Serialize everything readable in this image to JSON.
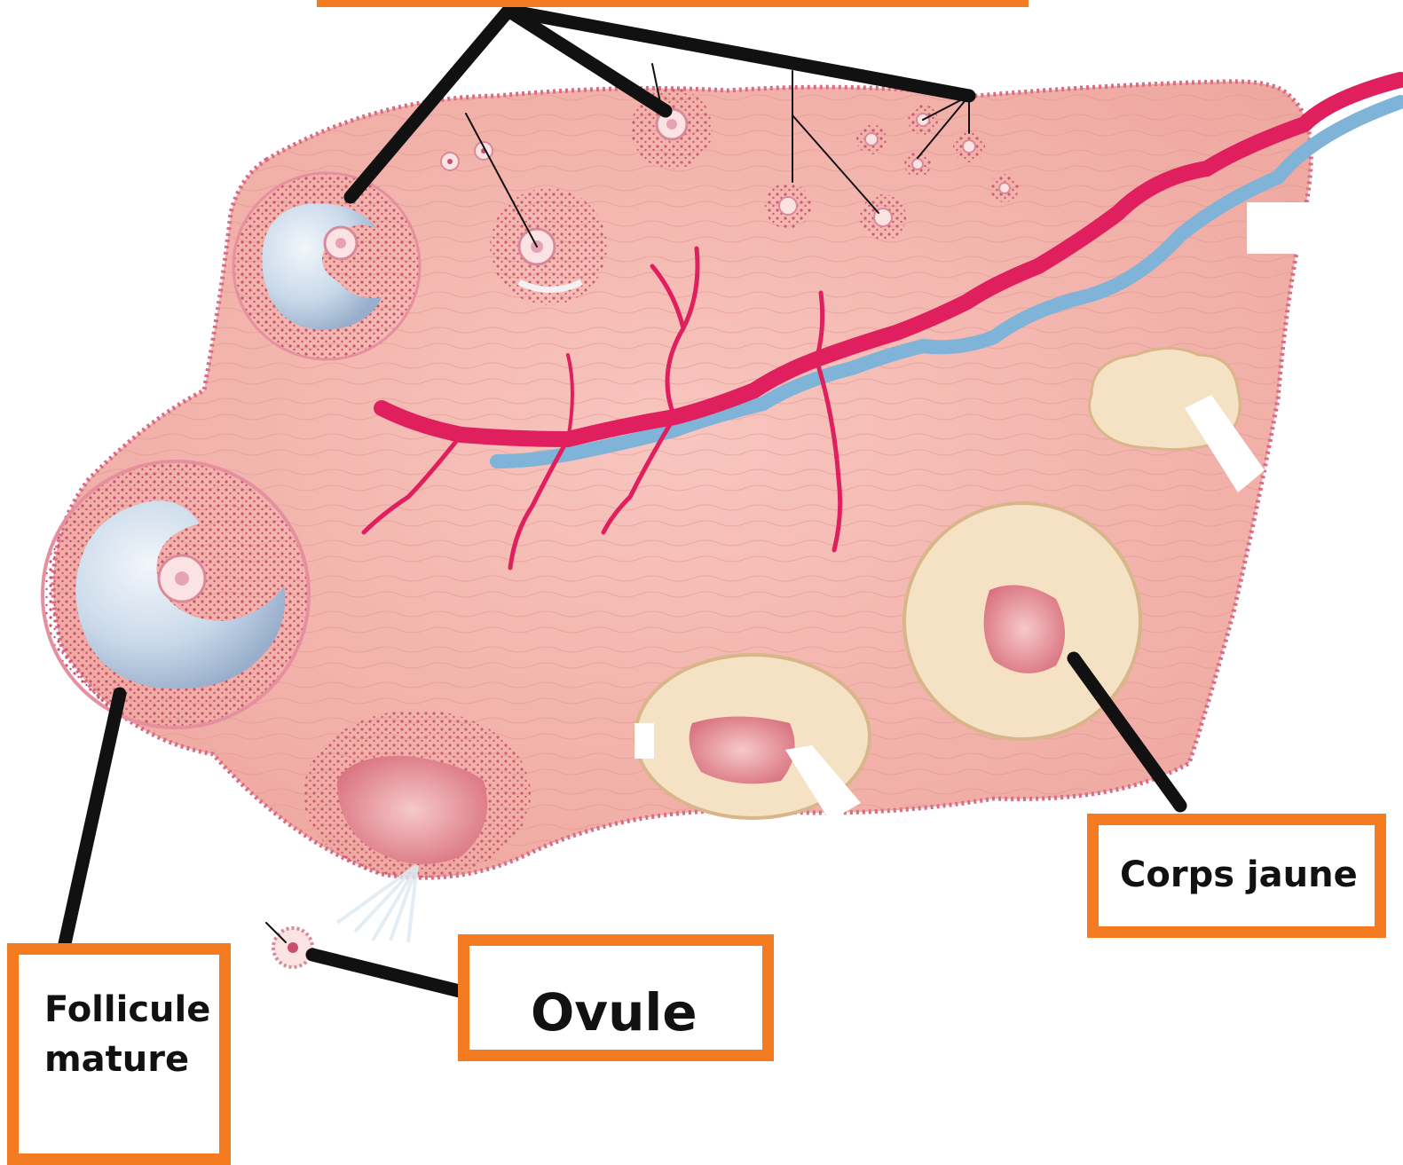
{
  "labels": {
    "follicule_mature": "Follicule\nmature",
    "ovule": "Ovule",
    "corps_jaune": "Corps jaune"
  },
  "colors": {
    "box_border": "#f47b20",
    "ovary": "#f4b3ad",
    "artery": "#e01f5e",
    "vein": "#7fb3d8",
    "antrum": "#c7d8e8",
    "corpus": "#f5e2c4",
    "leader_line": "#111111"
  }
}
